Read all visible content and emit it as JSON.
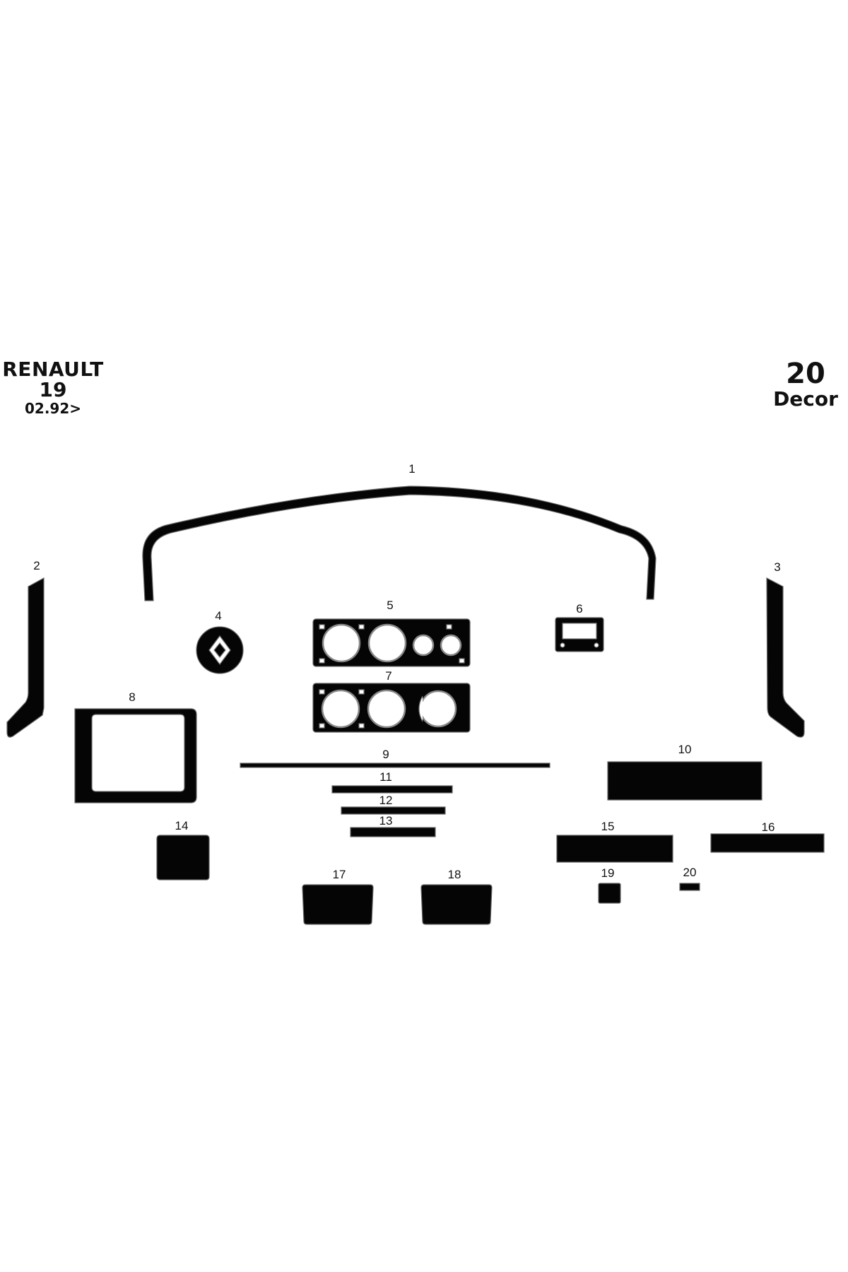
{
  "header": {
    "make": "RENAULT",
    "model": "19",
    "date": "02.92>",
    "part_count": "20",
    "kit_type": "Decor"
  },
  "parts": [
    {
      "number": "1"
    },
    {
      "number": "2"
    },
    {
      "number": "3"
    },
    {
      "number": "4"
    },
    {
      "number": "5"
    },
    {
      "number": "6"
    },
    {
      "number": "7"
    },
    {
      "number": "8"
    },
    {
      "number": "9"
    },
    {
      "number": "10"
    },
    {
      "number": "11"
    },
    {
      "number": "12"
    },
    {
      "number": "13"
    },
    {
      "number": "14"
    },
    {
      "number": "15"
    },
    {
      "number": "16"
    },
    {
      "number": "17"
    },
    {
      "number": "18"
    },
    {
      "number": "19"
    },
    {
      "number": "20"
    }
  ],
  "colors": {
    "part_fill": "#050505",
    "background": "#ffffff"
  }
}
